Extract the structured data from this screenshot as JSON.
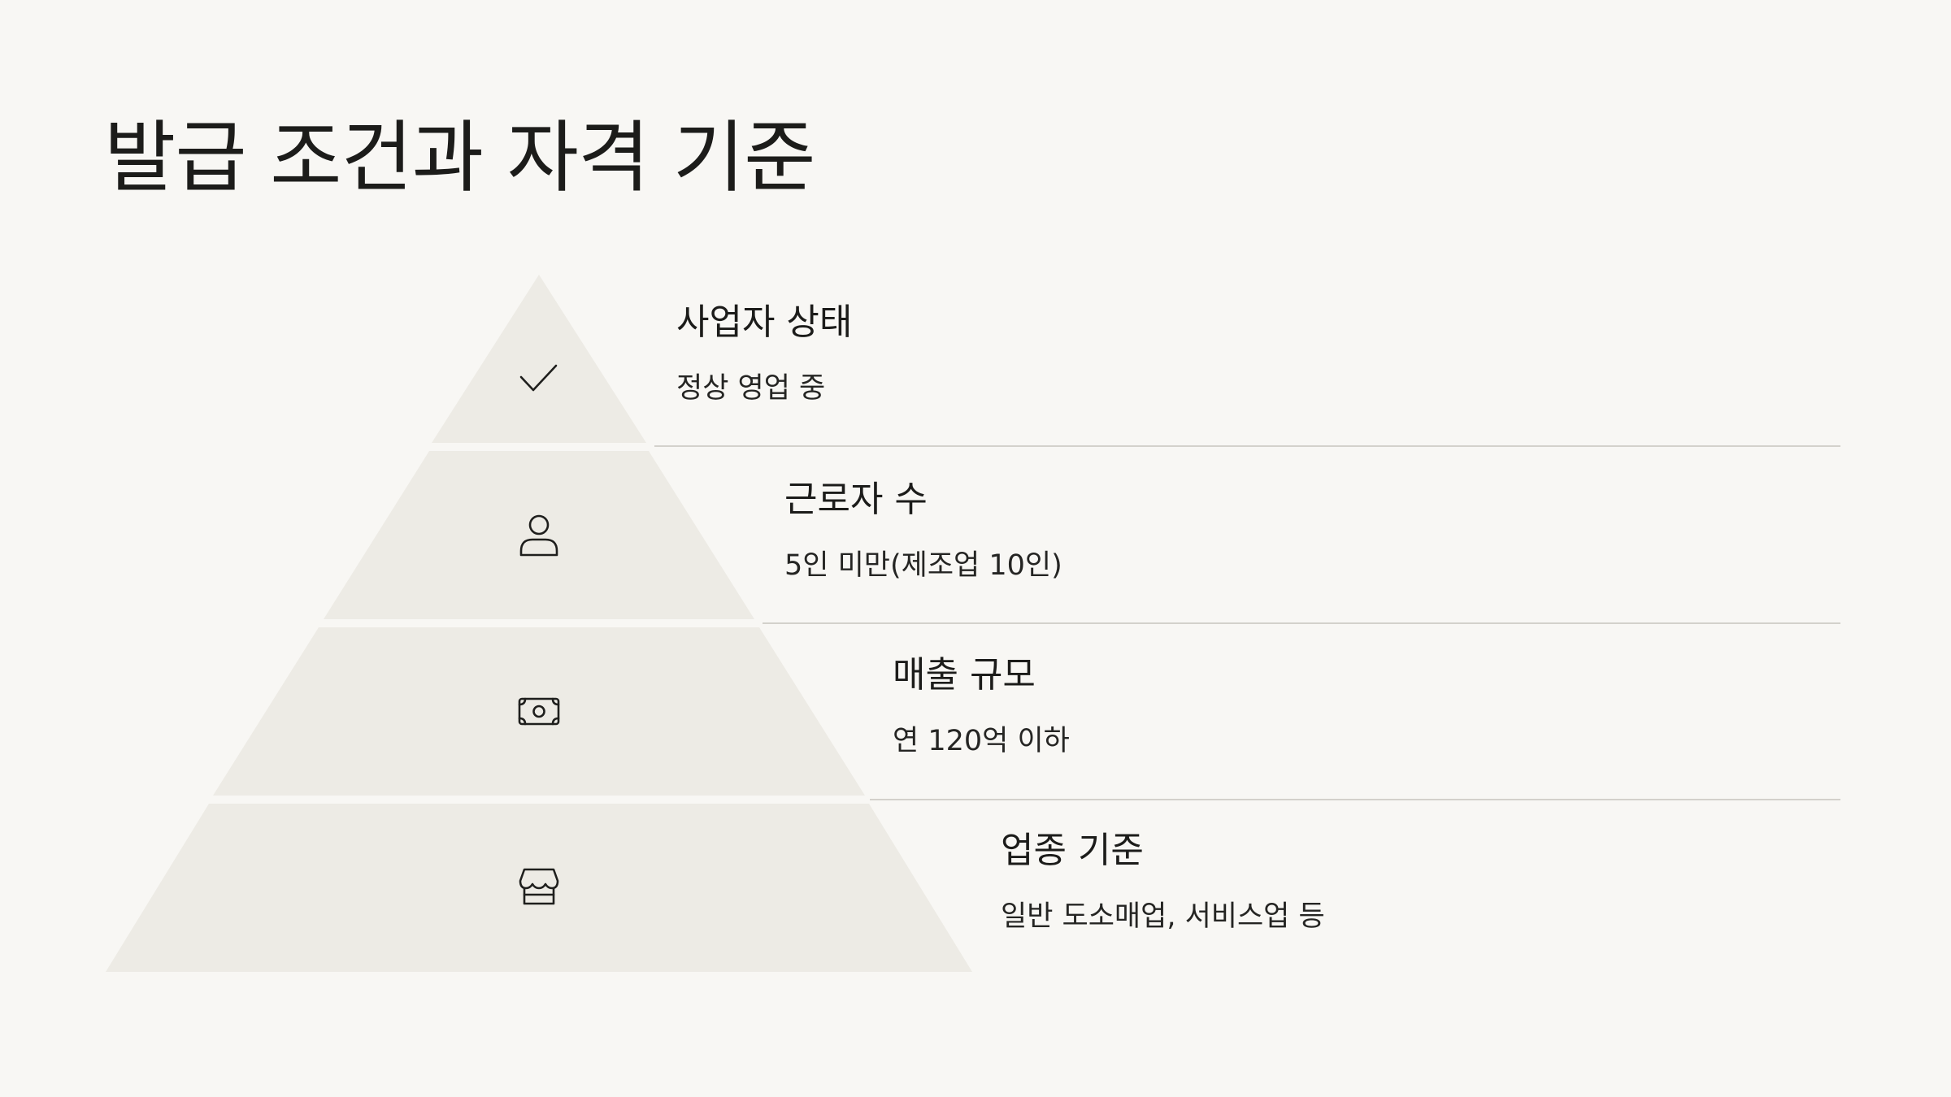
{
  "page": {
    "title": "발급 조건과 자격 기준"
  },
  "tiers": [
    {
      "title": "사업자 상태",
      "description": "정상 영업 중",
      "icon": "check-icon"
    },
    {
      "title": "근로자 수",
      "description": "5인 미만(제조업 10인)",
      "icon": "user-icon"
    },
    {
      "title": "매출 규모",
      "description": "연 120억 이하",
      "icon": "banknote-icon"
    },
    {
      "title": "업종 기준",
      "description": "일반 도소매업, 서비스업 등",
      "icon": "store-icon"
    }
  ],
  "colors": {
    "background": "#f8f7f4",
    "tier_fill": "#edebe5",
    "divider": "#d3d1cb",
    "text": "#1c1c1a"
  }
}
